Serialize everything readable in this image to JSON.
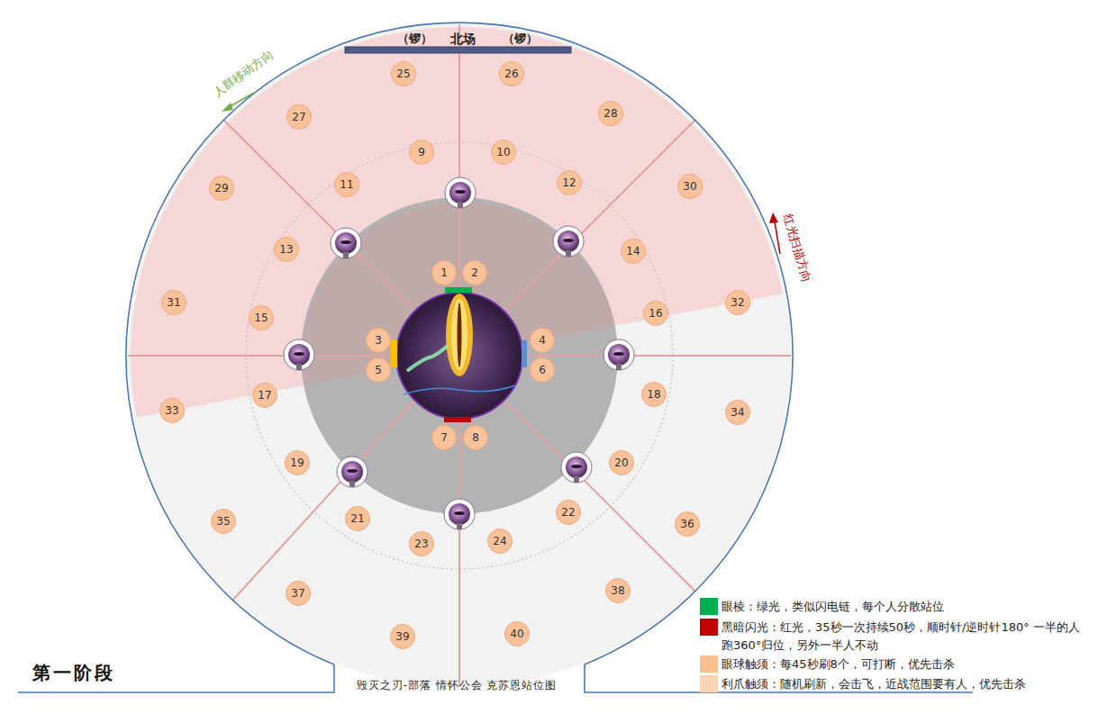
{
  "diagram": {
    "title": "第一阶段",
    "caption": "毁灭之刃-部落 情怀公会 克苏恩站位图",
    "nodes": [
      {
        "text": [
          "1"
        ]
      },
      {
        "text": [
          "2"
        ]
      },
      {
        "text": [
          "3"
        ]
      },
      {
        "text": [
          "4"
        ]
      },
      {
        "text": [
          "5"
        ]
      },
      {
        "text": [
          "6"
        ]
      },
      {
        "text": [
          "7"
        ]
      },
      {
        "text": [
          "8"
        ]
      },
      {
        "text": [
          "9"
        ]
      },
      {
        "text": [
          "10"
        ]
      },
      {
        "text": [
          "11"
        ]
      },
      {
        "text": [
          "12"
        ]
      },
      {
        "text": [
          "13"
        ]
      },
      {
        "text": [
          "14"
        ]
      },
      {
        "text": [
          "15"
        ]
      },
      {
        "text": [
          "16"
        ]
      },
      {
        "text": [
          "17"
        ]
      },
      {
        "text": [
          "18"
        ]
      },
      {
        "text": [
          "19"
        ]
      },
      {
        "text": [
          "20"
        ]
      },
      {
        "text": [
          "21"
        ]
      },
      {
        "text": [
          "22"
        ]
      },
      {
        "text": [
          "23"
        ]
      },
      {
        "text": [
          "24"
        ]
      },
      {
        "text": [
          "25"
        ]
      },
      {
        "text": [
          "26"
        ]
      },
      {
        "text": [
          "27"
        ]
      },
      {
        "text": [
          "28"
        ]
      },
      {
        "text": [
          "29"
        ]
      },
      {
        "text": [
          "30"
        ]
      },
      {
        "text": [
          "31"
        ]
      },
      {
        "text": [
          "32"
        ]
      },
      {
        "text": [
          "33"
        ]
      },
      {
        "text": [
          "34"
        ]
      },
      {
        "text": [
          "35"
        ]
      },
      {
        "text": [
          "36"
        ]
      },
      {
        "text": [
          "37"
        ]
      },
      {
        "text": [
          "38"
        ]
      },
      {
        "text": [
          "39"
        ]
      },
      {
        "text": [
          "40"
        ]
      }
    ],
    "labels": [
      "（锣）",
      "北场",
      "（锣）",
      "人群移动方向",
      "红光扫描方向"
    ],
    "legend": [
      {
        "text": "眼棱：绿光，类似闪电链，每个人分散站位",
        "color": "#00b050"
      },
      {
        "text": "黑暗闪光：红光，35秒一次持续50秒，顺时针/逆时针180° 一半的人跑360°归位，另外一半人不动",
        "color": "#c00000"
      },
      {
        "text": "眼球触须：每45秒刷8个，可打断，优先击杀",
        "color": "#f9c08f"
      },
      {
        "text": "利爪触须：随机刷新，会击飞，近战范围要有人，优先击杀",
        "color": "#fbd4b4"
      }
    ]
  }
}
